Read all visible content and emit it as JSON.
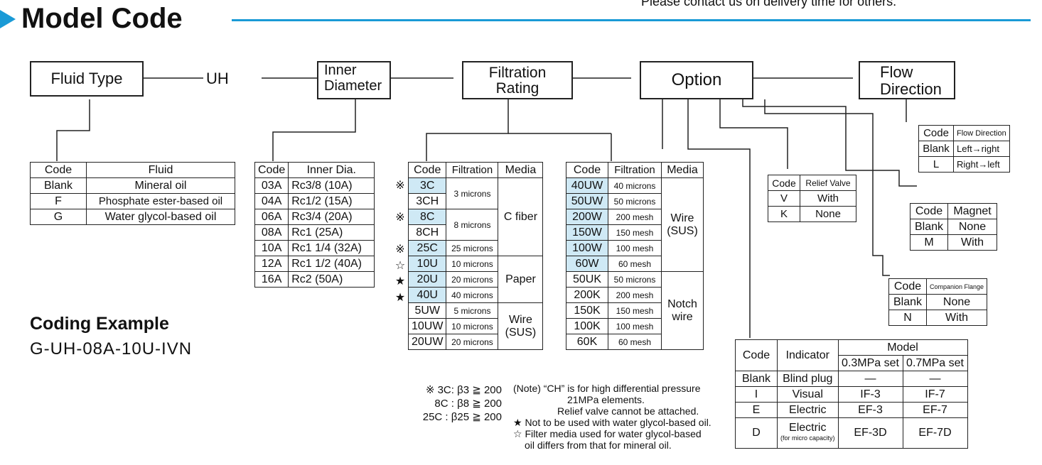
{
  "header": {
    "title": "Model Code",
    "note": "Please contact us on delivery time for others.",
    "accent": "#1a9ad6"
  },
  "chain": {
    "fluid_type": "Fluid Type",
    "uh": "UH",
    "inner_diameter_1": "Inner",
    "inner_diameter_2": "Diameter",
    "filtration_1": "Filtration",
    "filtration_2": "Rating",
    "option": "Option",
    "flow_1": "Flow",
    "flow_2": "Direction"
  },
  "fluid_table": {
    "headers": [
      "Code",
      "Fluid"
    ],
    "rows": [
      [
        "Blank",
        "Mineral oil"
      ],
      [
        "F",
        "Phosphate ester-based oil"
      ],
      [
        "G",
        "Water glycol-based oil"
      ]
    ]
  },
  "inner_table": {
    "headers": [
      "Code",
      "Inner Dia."
    ],
    "rows": [
      [
        "03A",
        "Rc3/8 (10A)"
      ],
      [
        "04A",
        "Rc1/2 (15A)"
      ],
      [
        "06A",
        "Rc3/4 (20A)"
      ],
      [
        "08A",
        "Rc1 (25A)"
      ],
      [
        "10A",
        "Rc1 1/4 (32A)"
      ],
      [
        "12A",
        "Rc1 1/2 (40A)"
      ],
      [
        "16A",
        "Rc2 (50A)"
      ]
    ]
  },
  "filtration_table_1": {
    "headers": [
      "Code",
      "Filtration",
      "Media"
    ],
    "marks": [
      "※",
      "",
      "※",
      "",
      "※",
      "☆",
      "★",
      "★",
      "",
      "",
      ""
    ],
    "codes": [
      "3C",
      "3CH",
      "8C",
      "8CH",
      "25C",
      "10U",
      "20U",
      "40U",
      "5UW",
      "10UW",
      "20UW"
    ],
    "ratings": [
      "3 microns",
      "8 microns",
      "25 microns",
      "10 microns",
      "20 microns",
      "40 microns",
      "5 microns",
      "10 microns",
      "20 microns"
    ],
    "media": [
      "C fiber",
      "Paper",
      "Wire (SUS)"
    ]
  },
  "filtration_table_2": {
    "headers": [
      "Code",
      "Filtration",
      "Media"
    ],
    "codes": [
      "40UW",
      "50UW",
      "200W",
      "150W",
      "100W",
      "60W",
      "50UK",
      "200K",
      "150K",
      "100K",
      "60K"
    ],
    "ratings": [
      "40 microns",
      "50 microns",
      "200 mesh",
      "150 mesh",
      "100 mesh",
      "60 mesh",
      "50 microns",
      "200 mesh",
      "150 mesh",
      "100 mesh",
      "60 mesh"
    ],
    "media": [
      "Wire (SUS)",
      "Notch wire"
    ]
  },
  "flow_table": {
    "headers": [
      "Code",
      "Flow Direction"
    ],
    "rows": [
      [
        "Blank",
        "Left→right"
      ],
      [
        "L",
        "Right→left"
      ]
    ]
  },
  "relief_table": {
    "headers": [
      "Code",
      "Relief Valve"
    ],
    "rows": [
      [
        "V",
        "With"
      ],
      [
        "K",
        "None"
      ]
    ]
  },
  "magnet_table": {
    "headers": [
      "Code",
      "Magnet"
    ],
    "rows": [
      [
        "Blank",
        "None"
      ],
      [
        "M",
        "With"
      ]
    ]
  },
  "flange_table": {
    "headers": [
      "Code",
      "Companion Flange"
    ],
    "rows": [
      [
        "Blank",
        "None"
      ],
      [
        "N",
        "With"
      ]
    ]
  },
  "indicator_table": {
    "headers": [
      "Code",
      "Indicator",
      "Model",
      "0.3MPa set",
      "0.7MPa set"
    ],
    "rows": [
      [
        "Blank",
        "Blind plug",
        "—",
        "—"
      ],
      [
        "I",
        "Visual",
        "IF-3",
        "IF-7"
      ],
      [
        "E",
        "Electric",
        "EF-3",
        "EF-7"
      ]
    ],
    "last": {
      "code": "D",
      "indicator": "Electric",
      "indicator_sub": "(for micro capacity)",
      "m1": "EF-3D",
      "m2": "EF-7D"
    }
  },
  "coding_example": {
    "title": "Coding Example",
    "value": "G-UH-08A-10U-IVN"
  },
  "beta_notes": [
    "※ 3C: β3 ≧ 200",
    "8C : β8 ≧ 200",
    "25C : β25 ≧ 200"
  ],
  "notes": [
    "(Note) “CH” is for high differential pressure",
    "21MPa elements.",
    "Relief valve cannot be attached.",
    "★ Not to be used with water glycol-based oil.",
    "☆ Filter media used for water glycol-based",
    "oil differs from that for mineral oil."
  ]
}
